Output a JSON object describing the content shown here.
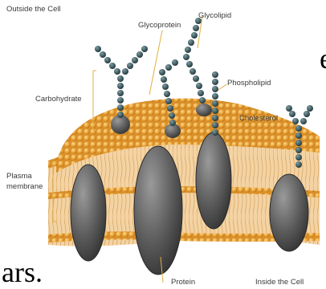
{
  "background_text": {
    "top_fragment": "ate",
    "bottom_fragment": "ars."
  },
  "labels": {
    "outside": "Outside the Cell",
    "glycoprotein": "Glycoprotein",
    "glycolipid": "Glycolipid",
    "carbohydrate": "Carbohydrate",
    "phospholipid": "Phospholipid",
    "cholesterol": "Cholesterol",
    "plasma_membrane_line1": "Plasma",
    "plasma_membrane_line2": "membrane",
    "protein": "Protein",
    "inside": "Inside the Cell"
  },
  "colors": {
    "lipid_head": "#e8a440",
    "lipid_tail": "#f3c486",
    "protein": "#5f5f5f",
    "sugar_chain": "#3f5a5f",
    "leader_line": "#e0b040"
  }
}
